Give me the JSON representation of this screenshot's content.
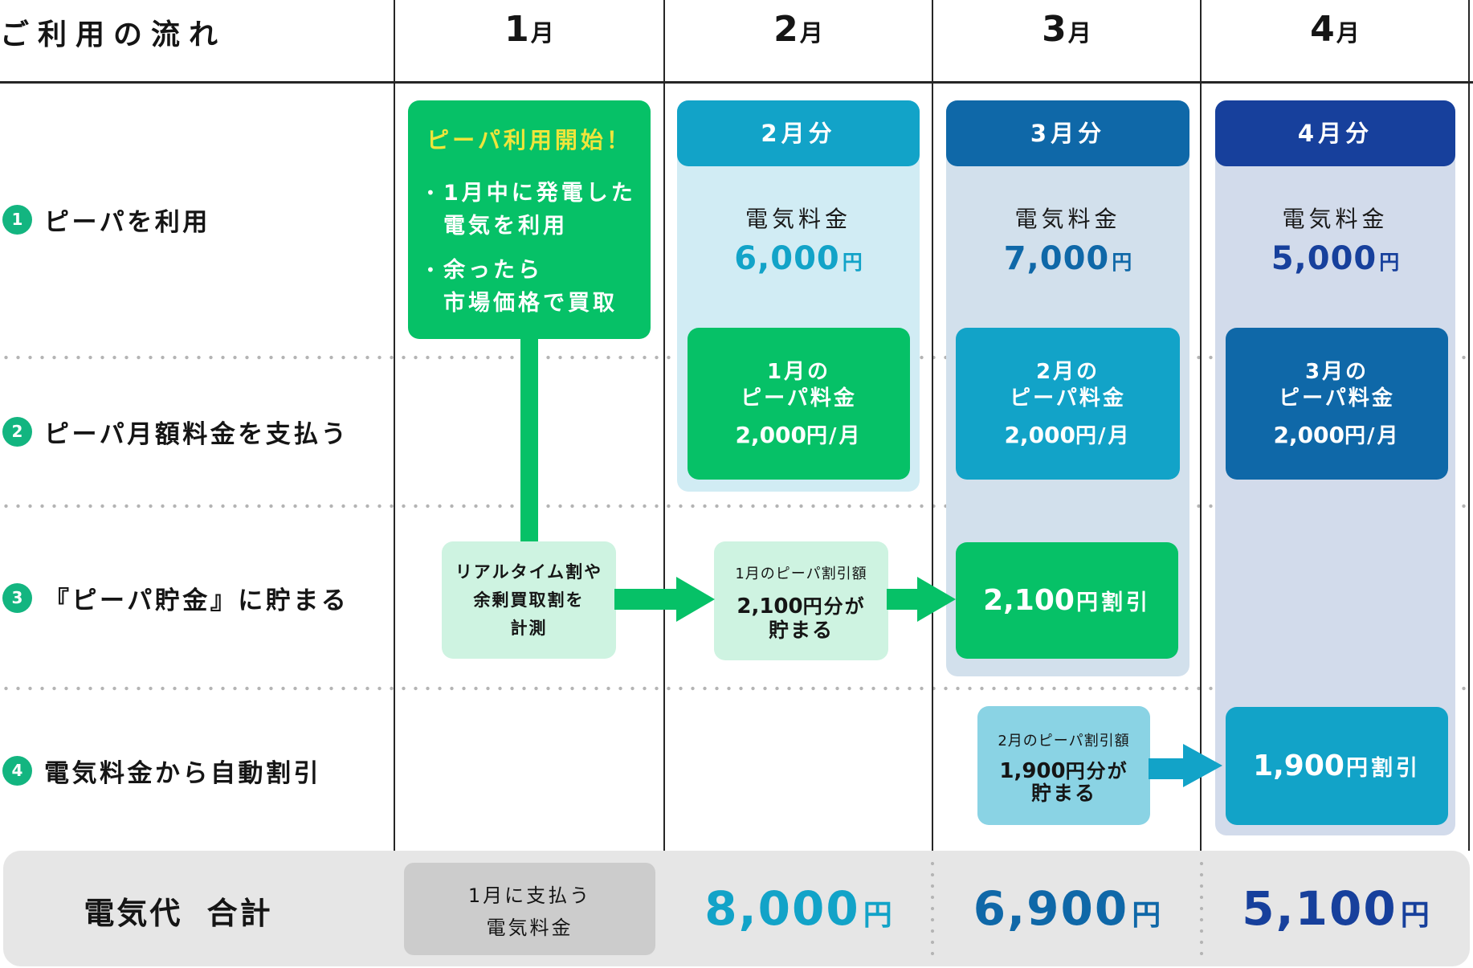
{
  "header": {
    "title": "ご利用の流れ",
    "months": [
      {
        "num": "1",
        "unit": "月"
      },
      {
        "num": "2",
        "unit": "月"
      },
      {
        "num": "3",
        "unit": "月"
      },
      {
        "num": "4",
        "unit": "月"
      }
    ]
  },
  "steps": [
    {
      "number": "1",
      "label": "ピーパを利用"
    },
    {
      "number": "2",
      "label": "ピーパ月額料金を支払う"
    },
    {
      "number": "3",
      "label": "『ピーパ貯金』に貯まる"
    },
    {
      "number": "4",
      "label": "電気料金から自動割引"
    }
  ],
  "january": {
    "start_card": {
      "title": "ピーパ利用開始！",
      "bullet": "•",
      "items": [
        {
          "lines": [
            "1月中に発電した",
            "電気を利用"
          ]
        },
        {
          "lines": [
            "余ったら",
            "市場価格で買取"
          ]
        }
      ]
    },
    "measure_card": {
      "lines": [
        "リアルタイム割や",
        "余剰買取割を",
        "計測"
      ]
    }
  },
  "february": {
    "header": "2月分",
    "bill": {
      "label": "電気料金",
      "amount": "6,000",
      "unit": "円"
    },
    "fee_card": {
      "line1": "1月の",
      "line2": "ピーパ料金",
      "amount": "2,000",
      "unit": "円",
      "per": "/月"
    },
    "savings_card": {
      "caption": "1月のピーパ割引額",
      "amount": "2,100",
      "unit": "円",
      "suffix": "分が",
      "line3": "貯まる"
    }
  },
  "march": {
    "header": "3月分",
    "bill": {
      "label": "電気料金",
      "amount": "7,000",
      "unit": "円"
    },
    "fee_card": {
      "line1": "2月の",
      "line2": "ピーパ料金",
      "amount": "2,000",
      "unit": "円",
      "per": "/月"
    },
    "discount_card": {
      "amount": "2,100",
      "unit": "円",
      "suffix": "割引"
    },
    "savings_card": {
      "caption": "2月のピーパ割引額",
      "amount": "1,900",
      "unit": "円",
      "suffix": "分が",
      "line3": "貯まる"
    }
  },
  "april": {
    "header": "4月分",
    "bill": {
      "label": "電気料金",
      "amount": "5,000",
      "unit": "円"
    },
    "fee_card": {
      "line1": "3月の",
      "line2": "ピーパ料金",
      "amount": "2,000",
      "unit": "円",
      "per": "/月"
    },
    "discount_card": {
      "amount": "1,900",
      "unit": "円",
      "suffix": "割引"
    }
  },
  "total": {
    "label": "電気代 合計",
    "january_note": [
      "1月に支払う",
      "電気料金"
    ],
    "values": [
      {
        "amount": "8,000",
        "unit": "円"
      },
      {
        "amount": "6,900",
        "unit": "円"
      },
      {
        "amount": "5,100",
        "unit": "円"
      }
    ]
  },
  "colors": {
    "green": "#06c167",
    "yellow": "#efe53b",
    "mint": "#cef3e1",
    "feb": "#12a3c8",
    "feb_bg": "#d1ecf4",
    "mar": "#0f68a8",
    "mar_bg": "#d2e0ec",
    "apr": "#17409c",
    "apr_bg": "#d2dbeb",
    "sky": "#8ad3e4",
    "badge": "#13b580",
    "total_bg": "#e6e6e6",
    "note_bg": "#cccccc"
  }
}
